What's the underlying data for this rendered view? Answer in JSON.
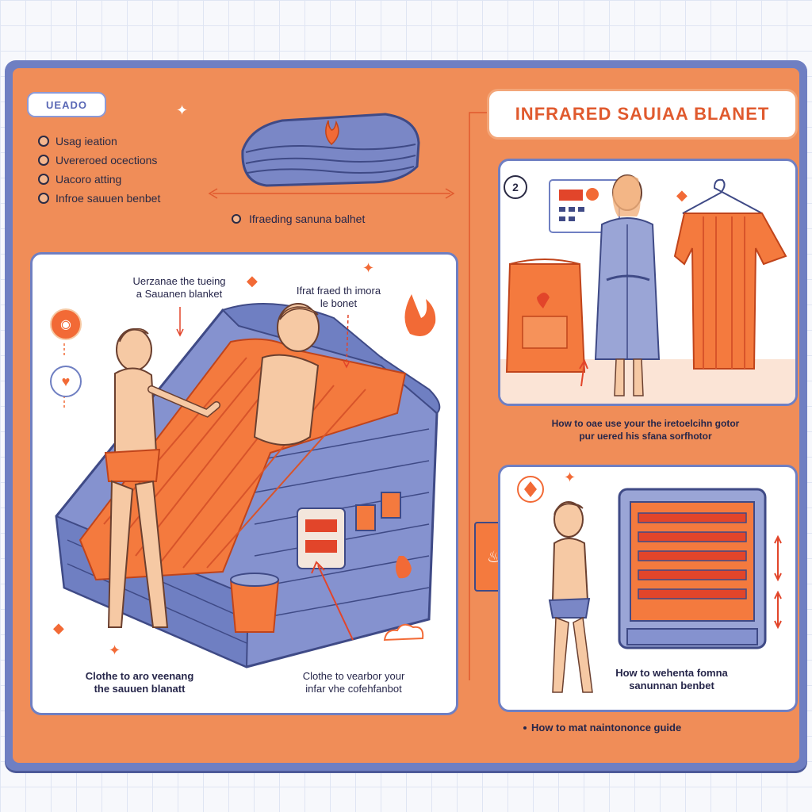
{
  "badge": "UEADO",
  "menu": [
    {
      "label": "Usag ieation"
    },
    {
      "label": "Uvereroed ocections"
    },
    {
      "label": "Uacoro atting"
    },
    {
      "label": "Infroe sauuen benbet"
    }
  ],
  "blanket_caption": "Ifraeding sanuna balhet",
  "title": "INFRARED SAUIAA BLANET",
  "panel_left": {
    "annotation_1": "Uerzanae the tueing\na Sauanen blanket",
    "annotation_2": "Ifrat fraed th imora\nle bonet",
    "caption_left": "Clothe to aro veenang\nthe sauuen blanatt",
    "caption_right": "Clothe to vearbor your\ninfar vhe cofehfanbot"
  },
  "panel_top_right": {
    "step_number": "2",
    "caption": "How to oae use your the iretoelcihn gotor\npur uered his sfana sorfhotor"
  },
  "panel_bottom_right": {
    "caption": "How to wehenta fomna\nsanunnan benbet"
  },
  "footer": "How to mat naintononce guide",
  "colors": {
    "poster_orange": "#f08d58",
    "frame_blue": "#6f7fc2",
    "accent_red": "#e05a2e"
  }
}
